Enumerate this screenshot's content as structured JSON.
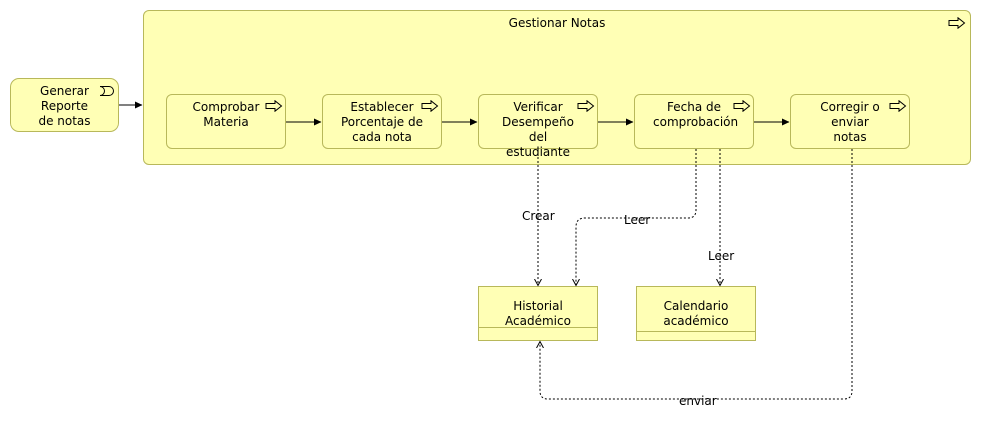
{
  "diagram": {
    "container": {
      "title": "Gestionar Notas"
    },
    "event": {
      "label": "Generar Reporte de notas"
    },
    "steps": [
      {
        "label": "Comprobar Materia"
      },
      {
        "label": "Establecer Porcentaje de cada nota"
      },
      {
        "label": "Verificar Desempeño del estudiante"
      },
      {
        "label": "Fecha de comprobación"
      },
      {
        "label": "Corregir o enviar notas"
      }
    ],
    "data_objects": [
      {
        "label": "Historial Académico"
      },
      {
        "label": "Calendario académico"
      }
    ],
    "relations": [
      {
        "label": "Crear"
      },
      {
        "label": "Leer"
      },
      {
        "label": "Leer"
      },
      {
        "label": "enviar"
      }
    ],
    "colors": {
      "fill": "#ffffb5",
      "border": "#b8b85a",
      "line": "#000000"
    }
  }
}
